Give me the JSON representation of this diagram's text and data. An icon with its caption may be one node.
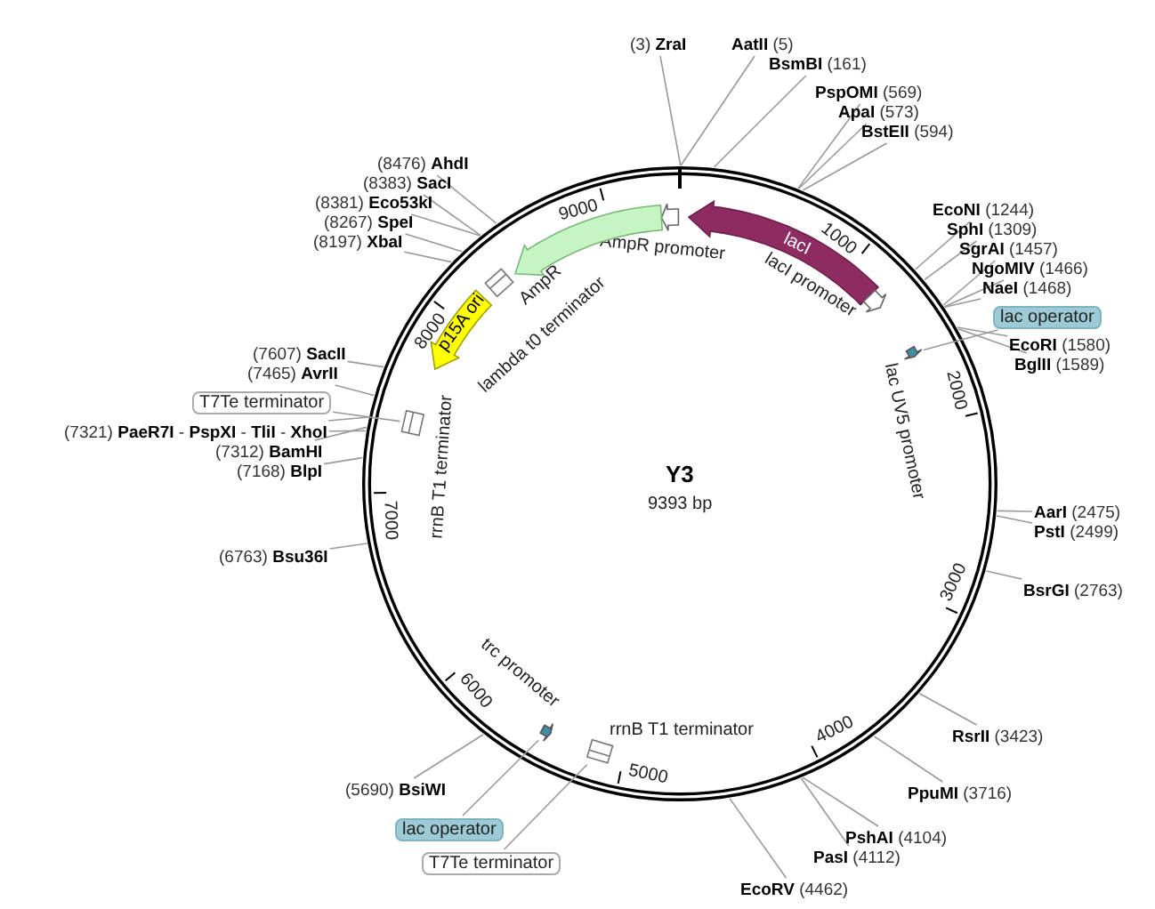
{
  "diagram": {
    "title": "Y3",
    "nodes": [
      {
        "text": [
          "(3) **ZraI**"
        ]
      },
      {
        "text": [
          "**AatII** (5)"
        ]
      },
      {
        "text": [
          "**BsmBI** (161)"
        ]
      },
      {
        "text": [
          "**PspOMI** (569)"
        ]
      },
      {
        "text": [
          "**ApaI** (573)"
        ]
      },
      {
        "text": [
          "**BstEII** (594)"
        ]
      },
      {
        "text": [
          "(8476) **AhdI**"
        ]
      },
      {
        "text": [
          "(8383) **SacI**"
        ]
      },
      {
        "text": [
          "(8381) **Eco53kI**"
        ]
      },
      {
        "text": [
          "(8267) **SpeI**"
        ]
      },
      {
        "text": [
          "(8197) **XbaI**"
        ]
      },
      {
        "text": [
          "lacI"
        ]
      },
      {
        "text": [
          "**EcoNI** (1244)"
        ]
      },
      {
        "text": [
          "**SphI** (1309)"
        ]
      },
      {
        "text": [
          "**SgrAI** (1457)"
        ]
      },
      {
        "text": [
          "**NgoMIV** (1466)"
        ]
      },
      {
        "text": [
          "**NaeI** (1468)"
        ]
      },
      {
        "text": [
          "lac operator"
        ]
      },
      {
        "text": [
          "p15A ori"
        ]
      },
      {
        "text": [
          "**EcoRI** (1580)"
        ]
      },
      {
        "text": [
          "**BglII** (1589)"
        ]
      },
      {
        "text": [
          "(7607) **SacII**"
        ]
      },
      {
        "text": [
          "(7465) **AvrII**"
        ]
      },
      {
        "text": [
          "T7Te terminator"
        ]
      },
      {
        "text": [
          "(7321) **PaeR7I** - **PspXI** - **TliI** - **XhoI**"
        ]
      },
      {
        "text": [
          "(7312) **BamHI**"
        ]
      },
      {
        "text": [
          "(7168) **BlpI**"
        ]
      },
      {
        "text": [
          "**AarI** (2475)"
        ]
      },
      {
        "text": [
          "**PstI** (2499)"
        ]
      },
      {
        "text": [
          "(6763) **Bsu36I**"
        ]
      },
      {
        "text": [
          "**BsrGI** (2763)"
        ]
      },
      {
        "text": [
          "**RsrII** (3423)"
        ]
      },
      {
        "text": [
          "(5690) **BsiWI**"
        ]
      },
      {
        "text": [
          "**PpuMI** (3716)"
        ]
      },
      {
        "text": [
          "lac operator"
        ]
      },
      {
        "text": [
          "**PshAI** (4104)"
        ]
      },
      {
        "text": [
          "**PasI** (4112)"
        ]
      },
      {
        "text": [
          "T7Te terminator"
        ]
      },
      {
        "text": [
          "**EcoRV** (4462)"
        ]
      },
      {
        "text": [
          "AmpR promoter"
        ]
      },
      {
        "text": [
          "AmpR"
        ]
      },
      {
        "text": [
          "lambda t0 terminator"
        ]
      },
      {
        "text": [
          "lacI promoter"
        ]
      },
      {
        "text": [
          "lac UV5 promoter"
        ]
      },
      {
        "text": [
          "rrnB T1 terminator"
        ]
      },
      {
        "text": [
          "trc promoter"
        ]
      },
      {
        "text": [
          "rrnB T1 terminator"
        ]
      }
    ],
    "edges": [
      {
        "from": 0,
        "to": null,
        "arrow": "none"
      },
      {
        "from": 1,
        "to": null,
        "arrow": "none"
      },
      {
        "from": 2,
        "to": null,
        "arrow": "none"
      },
      {
        "from": 3,
        "to": null,
        "arrow": "none"
      },
      {
        "from": 4,
        "to": null,
        "arrow": "none"
      },
      {
        "from": 5,
        "to": null,
        "arrow": "none"
      },
      {
        "from": 6,
        "to": null,
        "arrow": "none"
      },
      {
        "from": 7,
        "to": null,
        "arrow": "none"
      },
      {
        "from": 8,
        "to": null,
        "arrow": "none"
      },
      {
        "from": 9,
        "to": null,
        "arrow": "none"
      },
      {
        "from": 10,
        "to": null,
        "arrow": "none"
      },
      {
        "from": 12,
        "to": null,
        "arrow": "none"
      },
      {
        "from": 13,
        "to": null,
        "arrow": "none"
      },
      {
        "from": 14,
        "to": null,
        "arrow": "none"
      },
      {
        "from": 15,
        "to": null,
        "arrow": "none"
      },
      {
        "from": 16,
        "to": null,
        "arrow": "none"
      },
      {
        "from": 17,
        "to": 43,
        "arrow": "none"
      },
      {
        "from": 19,
        "to": null,
        "arrow": "none"
      },
      {
        "from": 20,
        "to": null,
        "arrow": "none"
      },
      {
        "from": 21,
        "to": null,
        "arrow": "none"
      },
      {
        "from": 22,
        "to": null,
        "arrow": "none"
      },
      {
        "from": 23,
        "to": 44,
        "arrow": "none"
      },
      {
        "from": 24,
        "to": null,
        "arrow": "none"
      },
      {
        "from": 24,
        "to": null,
        "arrow": "none"
      },
      {
        "from": 25,
        "to": null,
        "arrow": "none"
      },
      {
        "from": 26,
        "to": null,
        "arrow": "none"
      },
      {
        "from": 27,
        "to": null,
        "arrow": "none"
      },
      {
        "from": 28,
        "to": null,
        "arrow": "none"
      },
      {
        "from": 29,
        "to": null,
        "arrow": "none"
      },
      {
        "from": 30,
        "to": null,
        "arrow": "none"
      },
      {
        "from": 31,
        "to": null,
        "arrow": "none"
      },
      {
        "from": 32,
        "to": null,
        "arrow": "none"
      },
      {
        "from": 33,
        "to": null,
        "arrow": "none"
      },
      {
        "from": 34,
        "to": 45,
        "arrow": "none"
      },
      {
        "from": 35,
        "to": null,
        "arrow": "none"
      },
      {
        "from": 36,
        "to": null,
        "arrow": "none"
      },
      {
        "from": 37,
        "to": 46,
        "arrow": "none"
      },
      {
        "from": 38,
        "to": null,
        "arrow": "none"
      }
    ],
    "labels": [
      "9393 bp",
      "9000",
      "1000",
      "8000",
      "2000",
      "7000",
      "3000",
      "6000",
      "4000",
      "5000"
    ]
  }
}
